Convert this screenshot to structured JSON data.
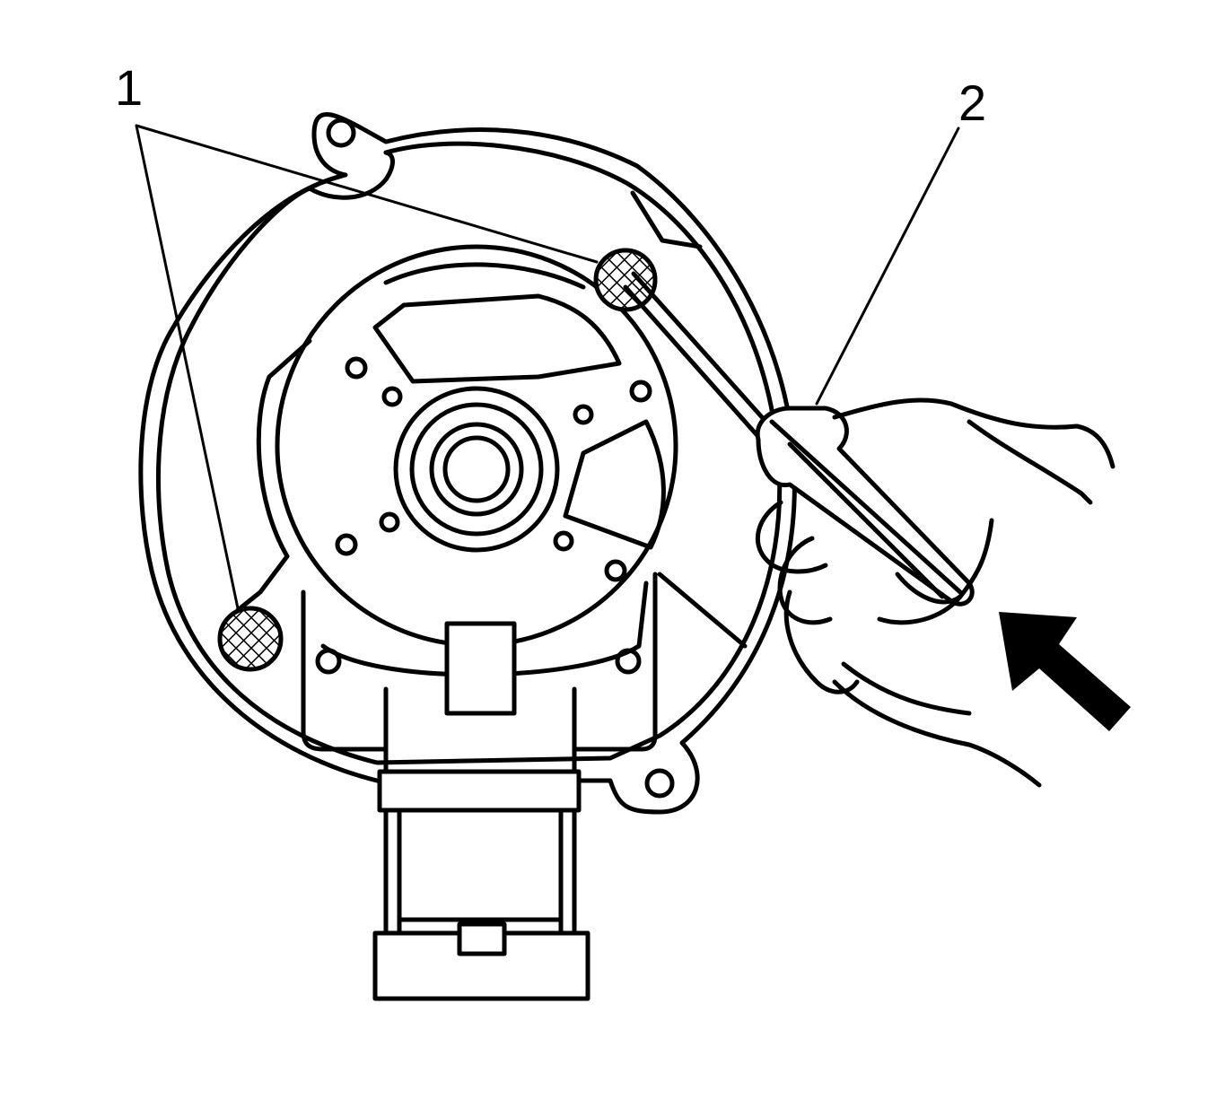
{
  "callouts": [
    {
      "id": "1",
      "label": "1"
    },
    {
      "id": "2",
      "label": "2"
    }
  ],
  "colors": {
    "line": "#000000",
    "background": "#ffffff"
  },
  "arrow": {
    "icon": "direction-arrow-icon"
  }
}
